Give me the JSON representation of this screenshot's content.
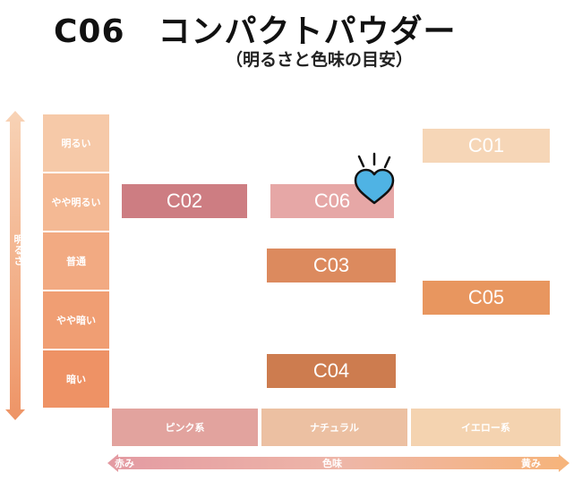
{
  "title": "C06　コンパクトパウダー",
  "subtitle": "（明るさと色味の目安）",
  "y_axis": {
    "label": "明るさ"
  },
  "rows": [
    {
      "label": "明るい",
      "color": "#f6c9a8"
    },
    {
      "label": "やや明るい",
      "color": "#f4b994"
    },
    {
      "label": "普通",
      "color": "#f2aa82"
    },
    {
      "label": "やや暗い",
      "color": "#f09e73"
    },
    {
      "label": "暗い",
      "color": "#ee9265"
    }
  ],
  "columns": [
    {
      "label": "ピンク系",
      "color": "#e2a39e"
    },
    {
      "label": "ナチュラル",
      "color": "#ecc0a2"
    },
    {
      "label": "イエロー系",
      "color": "#f4d3b0"
    }
  ],
  "x_axis": {
    "left_label": "赤み",
    "center_label": "色味",
    "right_label": "黄み"
  },
  "shades": [
    {
      "name": "C01",
      "color": "#f6d6b7"
    },
    {
      "name": "C02",
      "color": "#cd7d82"
    },
    {
      "name": "C06",
      "color": "#e6a7a6",
      "highlight": true
    },
    {
      "name": "C03",
      "color": "#dc8a5e"
    },
    {
      "name": "C05",
      "color": "#e8965f"
    },
    {
      "name": "C04",
      "color": "#cd7c4f"
    }
  ],
  "highlight_icon": "heart-icon",
  "highlight_color": "#4fb3e4"
}
